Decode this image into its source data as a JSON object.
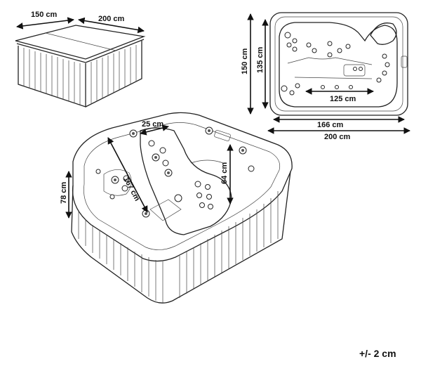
{
  "cover_view": {
    "width_label": "150 cm",
    "length_label": "200 cm"
  },
  "top_view": {
    "outer_depth_label": "150 cm",
    "inner_depth_label": "135 cm",
    "seat_span_label": "125 cm",
    "inner_width_label": "166 cm",
    "outer_width_label": "200 cm"
  },
  "perspective_view": {
    "seat_width_label": "25 cm",
    "lounger_length_label": "167 cm",
    "inner_height_label": "64 cm",
    "outer_height_label": "78 cm"
  },
  "tolerance": "+/- 2 cm",
  "colors": {
    "line": "#222222",
    "text": "#111111",
    "background": "#ffffff"
  }
}
